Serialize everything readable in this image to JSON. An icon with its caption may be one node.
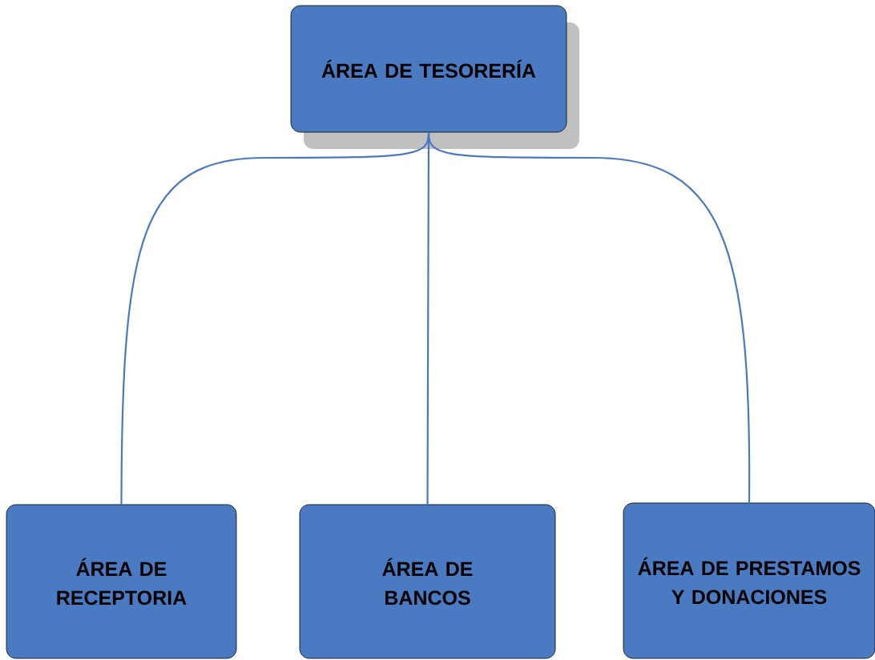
{
  "diagram": {
    "nodes": [
      {
        "text": [
          "ÁREA  DE  TESORERÍA"
        ]
      },
      {
        "text": [
          "ÁREA DE RECEPTORIA"
        ]
      },
      {
        "text": [
          "ÁREA DE BANCOS"
        ]
      },
      {
        "text": [
          "ÁREA DE PRESTAMOS Y DONACIONES"
        ]
      }
    ],
    "edges": [
      {
        "from": 0,
        "to": 1,
        "arrow": "none"
      },
      {
        "from": 0,
        "to": 2,
        "arrow": "none"
      },
      {
        "from": 0,
        "to": 3,
        "arrow": "none"
      }
    ]
  }
}
